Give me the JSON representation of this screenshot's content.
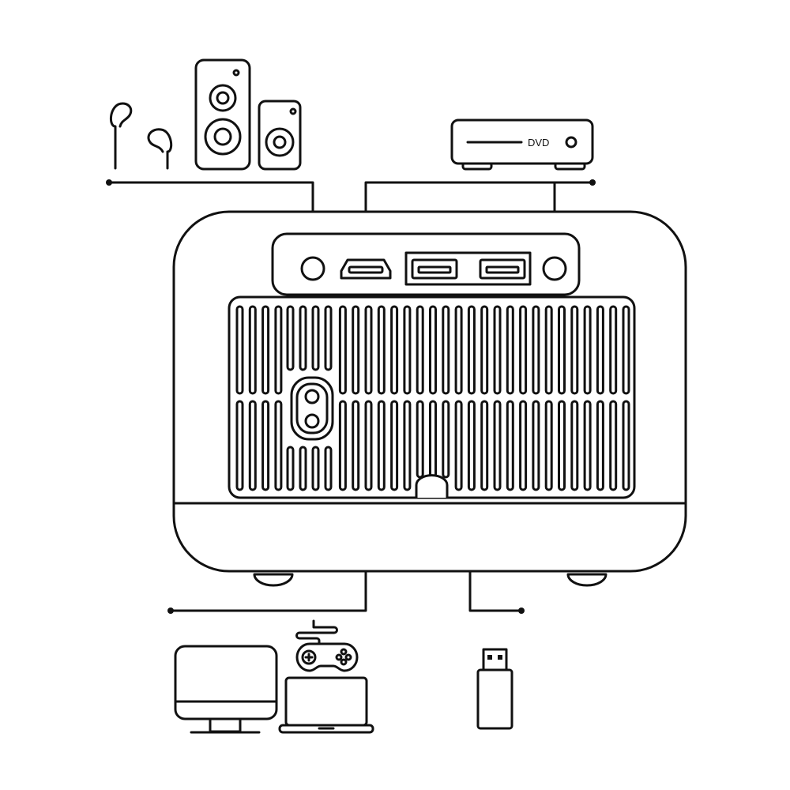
{
  "diagram": {
    "title_hidden": "",
    "dvd_label": "DVD",
    "colors": {
      "stroke": "#111111",
      "background": "#ffffff"
    },
    "connections": [
      {
        "port": "audio-out",
        "devices": [
          "earphones",
          "speakers"
        ]
      },
      {
        "port": "hdmi",
        "devices": [
          "dvd-player",
          "monitor",
          "game-console",
          "laptop"
        ]
      },
      {
        "port": "usb",
        "devices": [
          "usb-flash-drive"
        ]
      },
      {
        "port": "av-in",
        "devices": [
          "dvd-player"
        ]
      }
    ]
  }
}
